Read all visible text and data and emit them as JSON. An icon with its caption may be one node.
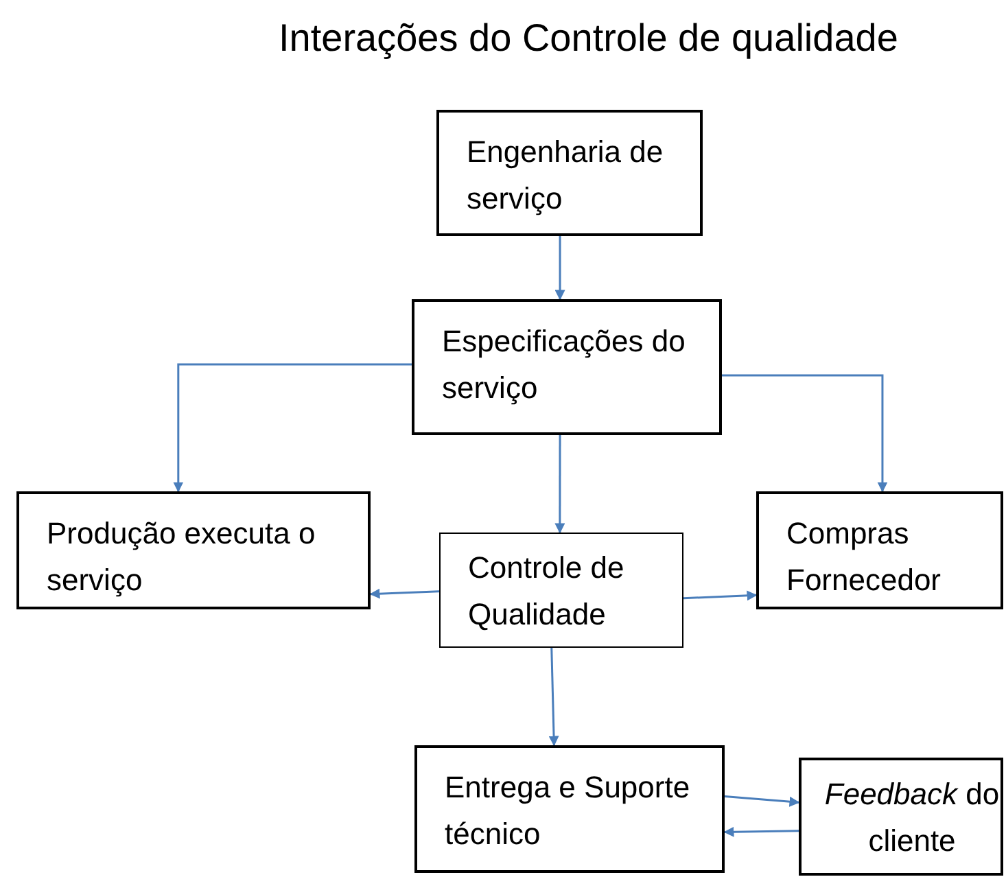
{
  "diagram": {
    "title": "Interações do Controle de qualidade",
    "nodes": [
      {
        "text": [
          "Engenharia de serviço"
        ]
      },
      {
        "text": [
          "Especificações do serviço"
        ]
      },
      {
        "text": [
          "Produção executa o serviço"
        ]
      },
      {
        "text": [
          "Controle de Qualidade"
        ]
      },
      {
        "text": [
          "Compras Fornecedor"
        ]
      },
      {
        "text": [
          "Entrega e Suporte técnico"
        ]
      },
      {
        "text": [
          "*Feedback* do cliente"
        ]
      }
    ],
    "edges": [
      {
        "from": 0,
        "to": 1,
        "arrow": "to"
      },
      {
        "from": 1,
        "to": 2,
        "arrow": "to"
      },
      {
        "from": 1,
        "to": 3,
        "arrow": "to"
      },
      {
        "from": 1,
        "to": 4,
        "arrow": "to"
      },
      {
        "from": 3,
        "to": 2,
        "arrow": "to"
      },
      {
        "from": 3,
        "to": 4,
        "arrow": "to"
      },
      {
        "from": 3,
        "to": 5,
        "arrow": "to"
      },
      {
        "from": 5,
        "to": 6,
        "arrow": "to"
      },
      {
        "from": 6,
        "to": 5,
        "arrow": "to"
      }
    ]
  }
}
